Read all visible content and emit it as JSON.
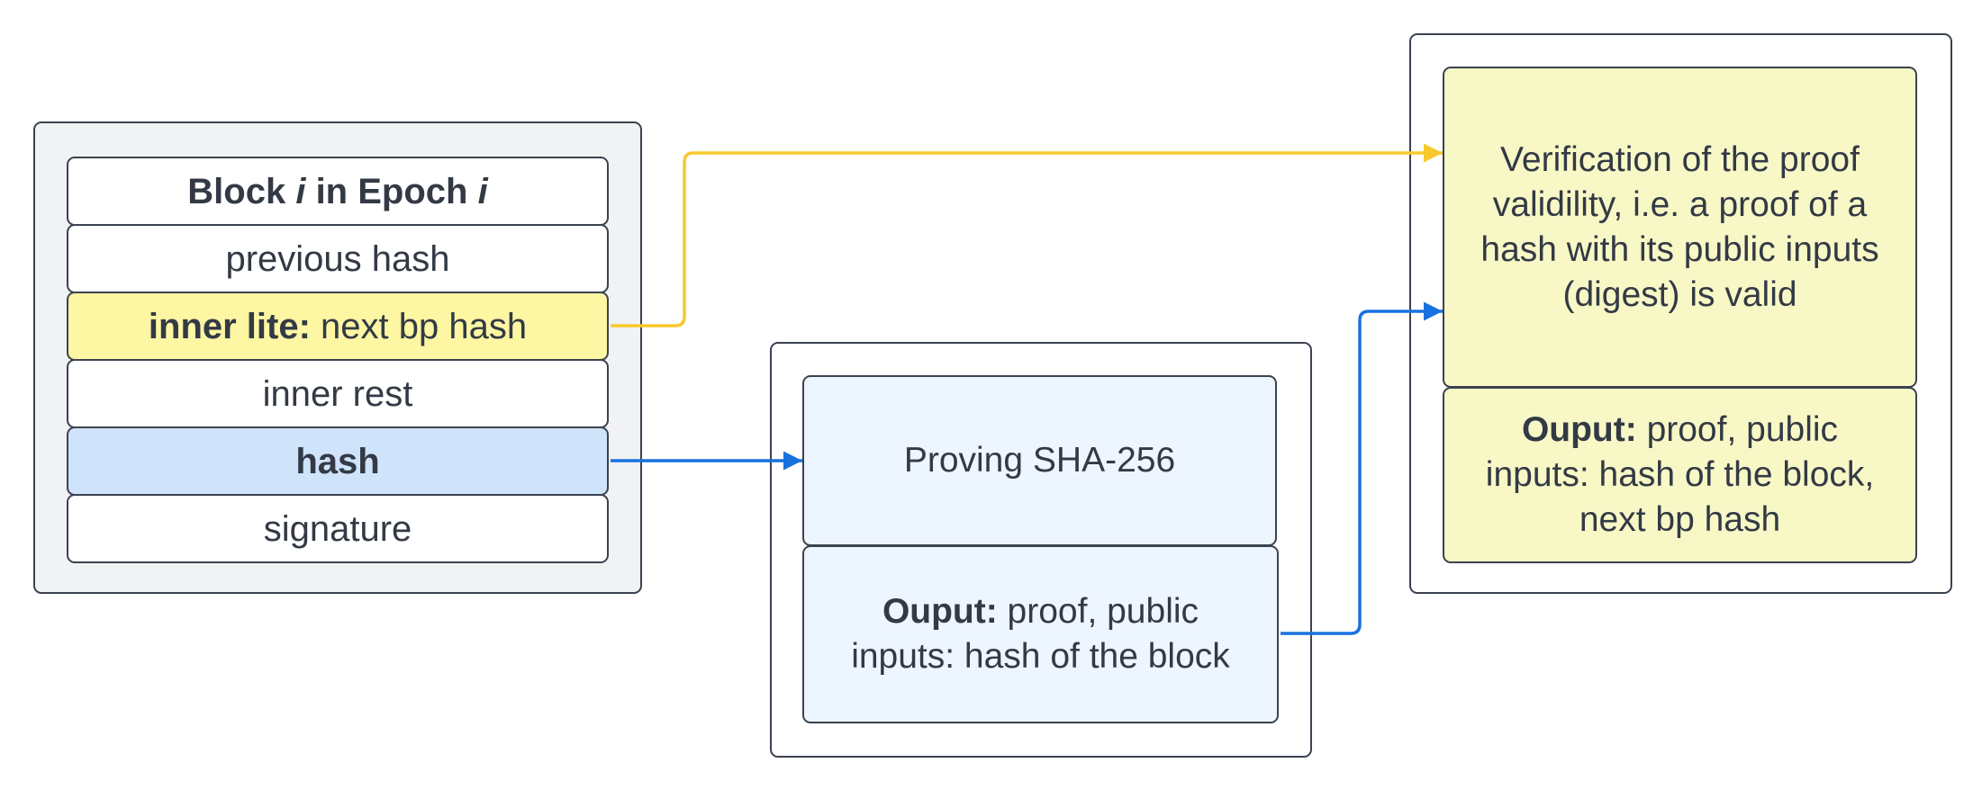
{
  "block": {
    "title_prefix": "Block ",
    "title_var1": "i",
    "title_mid": " in Epoch ",
    "title_var2": "i",
    "rows": {
      "previous_hash": "previous hash",
      "inner_lite_bold": "inner lite:",
      "inner_lite_rest": " next bp hash",
      "inner_rest": "inner rest",
      "hash": "hash",
      "signature": "signature"
    }
  },
  "sha_group": {
    "proving_label": "Proving SHA-256",
    "output_bold": "Ouput:",
    "output_line1": " proof, public",
    "output_line2": "inputs: hash of the block"
  },
  "verify_group": {
    "line1": "Verification of the proof",
    "line2": "validility, i.e. a proof of a",
    "line3": "hash with its public inputs",
    "line4": "(digest) is valid",
    "output_bold": "Ouput:",
    "output_line1": " proof, public",
    "output_line2": "inputs: hash of the block,",
    "output_line3": "next bp hash"
  },
  "colors": {
    "yellow_highlight": "#fdf6a3",
    "blue_highlight": "#cfe3fb",
    "light_blue_box": "#edf5fe",
    "light_yellow_box": "#f8f8c6",
    "block_container_bg": "#f1f2f4",
    "yellow_connector": "#f7c92c",
    "blue_connector": "#1971e0"
  }
}
